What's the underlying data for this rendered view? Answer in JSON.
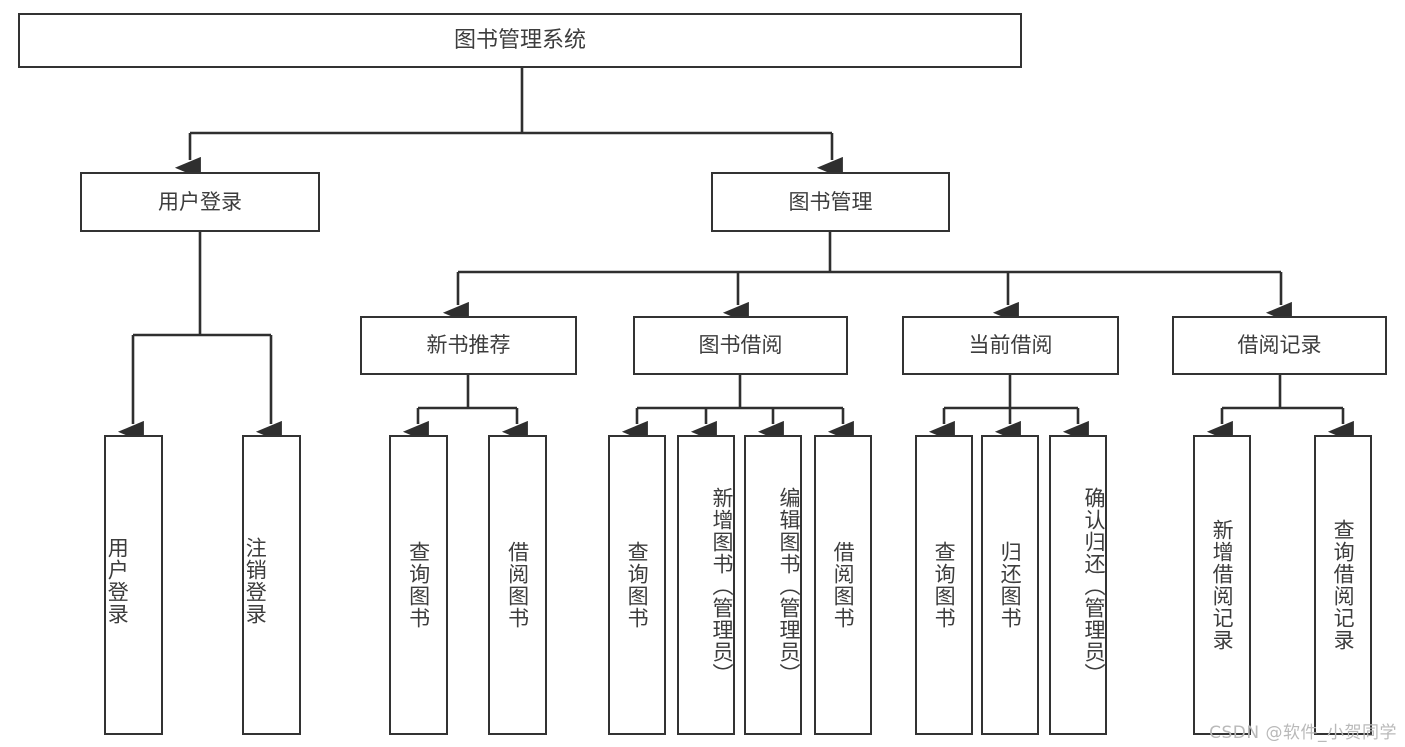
{
  "diagram": {
    "title": "图书管理系统",
    "type": "tree",
    "root": {
      "id": "root",
      "label": "图书管理系统"
    },
    "level2": [
      {
        "id": "user-login",
        "label": "用户登录"
      },
      {
        "id": "book-manage",
        "label": "图书管理"
      }
    ],
    "level3": [
      {
        "id": "new-book-rec",
        "label": "新书推荐"
      },
      {
        "id": "book-borrow",
        "label": "图书借阅"
      },
      {
        "id": "current-borrow",
        "label": "当前借阅"
      },
      {
        "id": "borrow-record",
        "label": "借阅记录"
      }
    ],
    "leaves": {
      "user_login": [
        {
          "id": "leaf-user-login",
          "label": "用户登录"
        },
        {
          "id": "leaf-logout-login",
          "label": "注销登录"
        }
      ],
      "new_book_rec": [
        {
          "id": "leaf-query-book-1",
          "label": "查询图书"
        },
        {
          "id": "leaf-borrow-book-1",
          "label": "借阅图书"
        }
      ],
      "book_borrow": [
        {
          "id": "leaf-query-book-2",
          "label": "查询图书"
        },
        {
          "id": "leaf-add-book",
          "label": "新增图书（管理员）"
        },
        {
          "id": "leaf-edit-book",
          "label": "编辑图书（管理员）"
        },
        {
          "id": "leaf-borrow-book-2",
          "label": "借阅图书"
        }
      ],
      "current_borrow": [
        {
          "id": "leaf-query-book-3",
          "label": "查询图书"
        },
        {
          "id": "leaf-return-book",
          "label": "归还图书"
        },
        {
          "id": "leaf-confirm-return",
          "label": "确认归还（管理员）"
        }
      ],
      "borrow_record": [
        {
          "id": "leaf-add-record",
          "label": "新增借阅记录"
        },
        {
          "id": "leaf-query-record",
          "label": "查询借阅记录"
        }
      ]
    }
  },
  "watermark": {
    "text": "CSDN @软件_小贺同学"
  },
  "colors": {
    "border": "#333333",
    "text": "#3d3d3d",
    "background": "#ffffff",
    "connector": "#2f2f2f",
    "watermark": "#b9b9b9"
  }
}
